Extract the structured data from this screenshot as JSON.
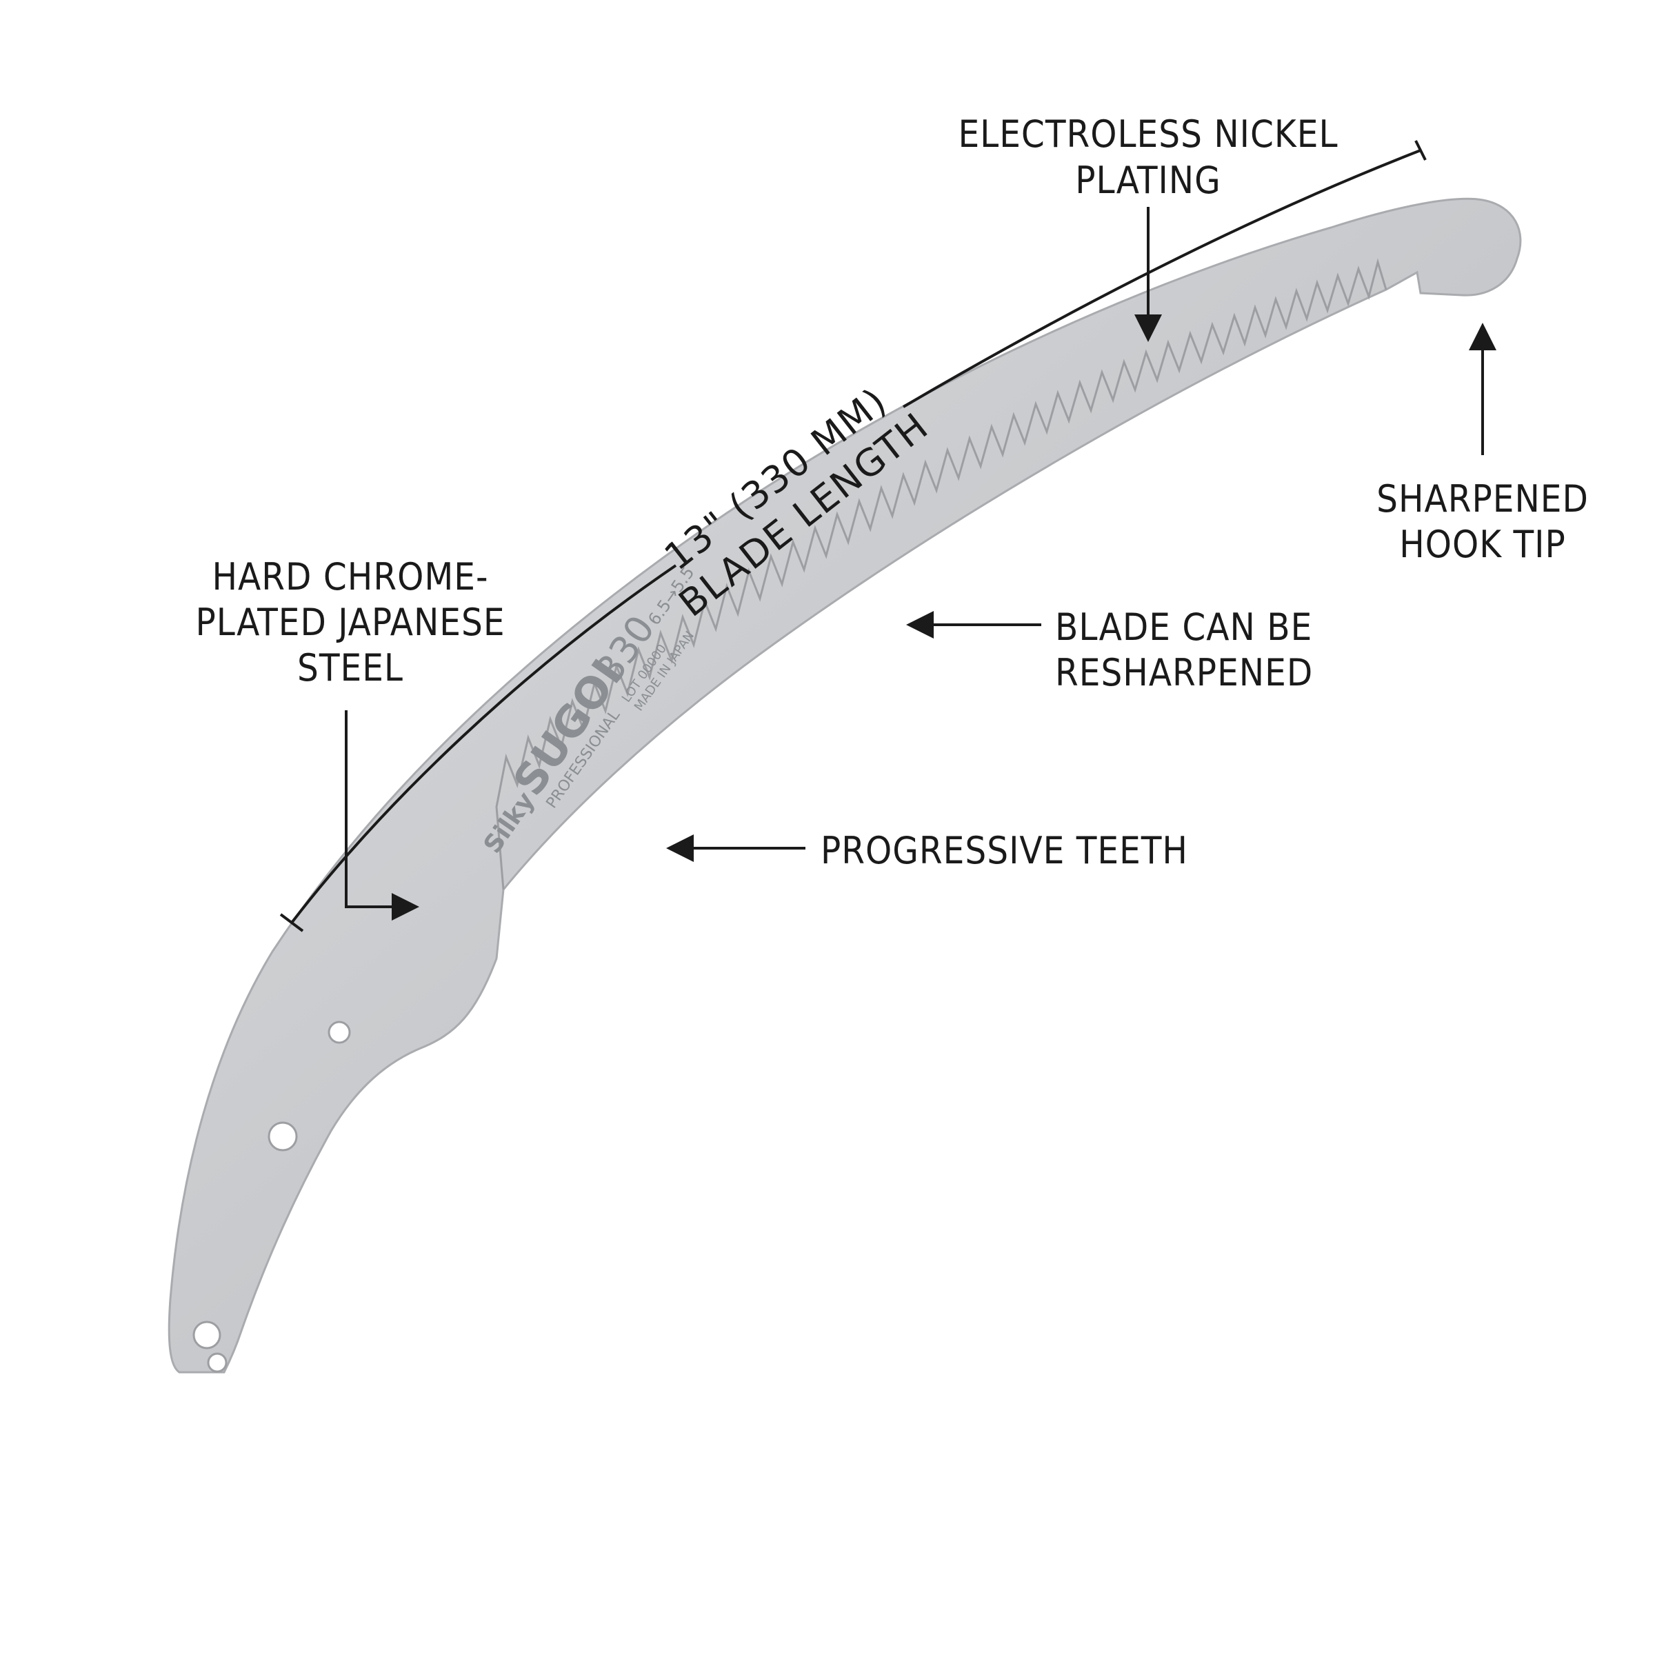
{
  "callouts": {
    "plating": {
      "line1": "ELECTROLESS NICKEL",
      "line2": "PLATING"
    },
    "length": {
      "line1": "13\" (330 MM)",
      "line2": "BLADE LENGTH"
    },
    "hook": {
      "line1": "SHARPENED",
      "line2": "HOOK TIP"
    },
    "steel": {
      "line1": "HARD CHROME-",
      "line2": "PLATED JAPANESE",
      "line3": "STEEL"
    },
    "resharpen": {
      "line1": "BLADE CAN BE",
      "line2": "RESHARPENED"
    },
    "teeth": {
      "line1": "PROGRESSIVE TEETH"
    }
  },
  "blade_engraving": {
    "brand": "Silky",
    "model": "SUGOI",
    "size": "330",
    "tooth_pitch": "6.5→5.5",
    "series": "PROFESSIONAL",
    "lot": "LOT 00000",
    "origin": "MADE IN JAPAN"
  },
  "colors": {
    "blade": "#c9cbcd",
    "blade_edge": "#b4b6b9",
    "text": "#1a1a1a",
    "background": "#ffffff"
  }
}
